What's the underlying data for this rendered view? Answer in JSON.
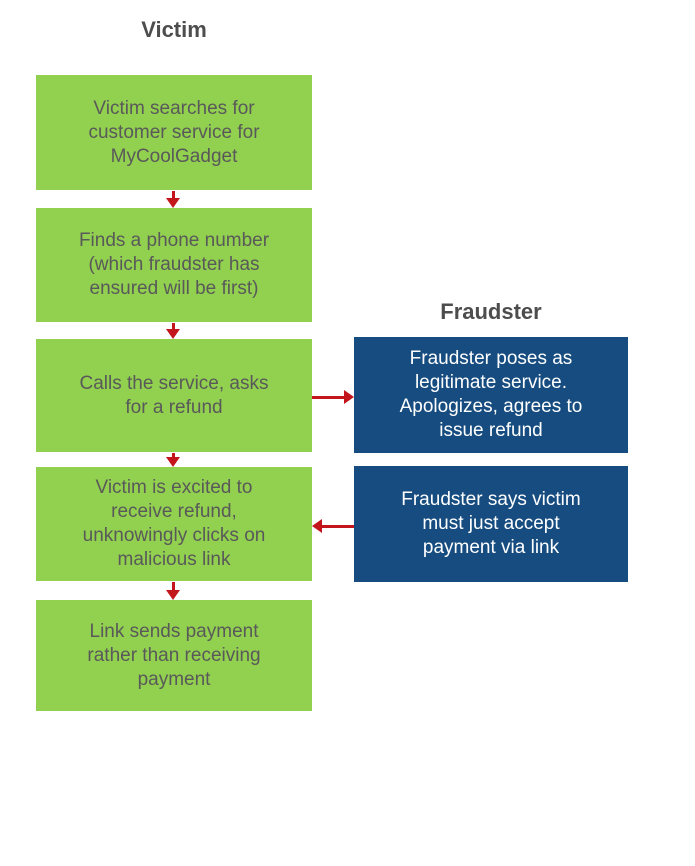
{
  "diagram": {
    "title_note": "Refund scam flowchart",
    "victim_column": {
      "title": "Victim",
      "steps": [
        {
          "id": "victim-step-1",
          "text": "Victim searches for\ncustomer service for\nMyCoolGadget"
        },
        {
          "id": "victim-step-2",
          "text": "Finds a phone number\n(which fraudster has\nensured will be first)"
        },
        {
          "id": "victim-step-3",
          "text": "Calls the service, asks\nfor a refund"
        },
        {
          "id": "victim-step-4",
          "text": "Victim is excited to\nreceive refund,\nunknowingly clicks on\nmalicious link"
        },
        {
          "id": "victim-step-5",
          "text": "Link sends payment\nrather than receiving\npayment"
        }
      ]
    },
    "fraudster_column": {
      "title": "Fraudster",
      "steps": [
        {
          "id": "fraudster-step-1",
          "text": "Fraudster poses as\nlegitimate service.\nApologizes, agrees to\nissue refund"
        },
        {
          "id": "fraudster-step-2",
          "text": "Fraudster says victim\nmust just accept\npayment via link"
        }
      ]
    },
    "connections": [
      {
        "from": "victim-step-1",
        "to": "victim-step-2",
        "direction": "down"
      },
      {
        "from": "victim-step-2",
        "to": "victim-step-3",
        "direction": "down"
      },
      {
        "from": "victim-step-3",
        "to": "fraudster-step-1",
        "direction": "right"
      },
      {
        "from": "victim-step-3",
        "to": "victim-step-4",
        "direction": "down"
      },
      {
        "from": "fraudster-step-2",
        "to": "victim-step-4",
        "direction": "left"
      },
      {
        "from": "victim-step-4",
        "to": "victim-step-5",
        "direction": "down"
      }
    ],
    "colors": {
      "background": "#FFFFFF",
      "victim_box": "#92D050",
      "victim_box_text": "#595959",
      "fraudster_box": "#164C7F",
      "fraudster_box_text": "#FFFFFF",
      "arrow": "#C3161C",
      "title_text": "#4D4D4D"
    }
  }
}
